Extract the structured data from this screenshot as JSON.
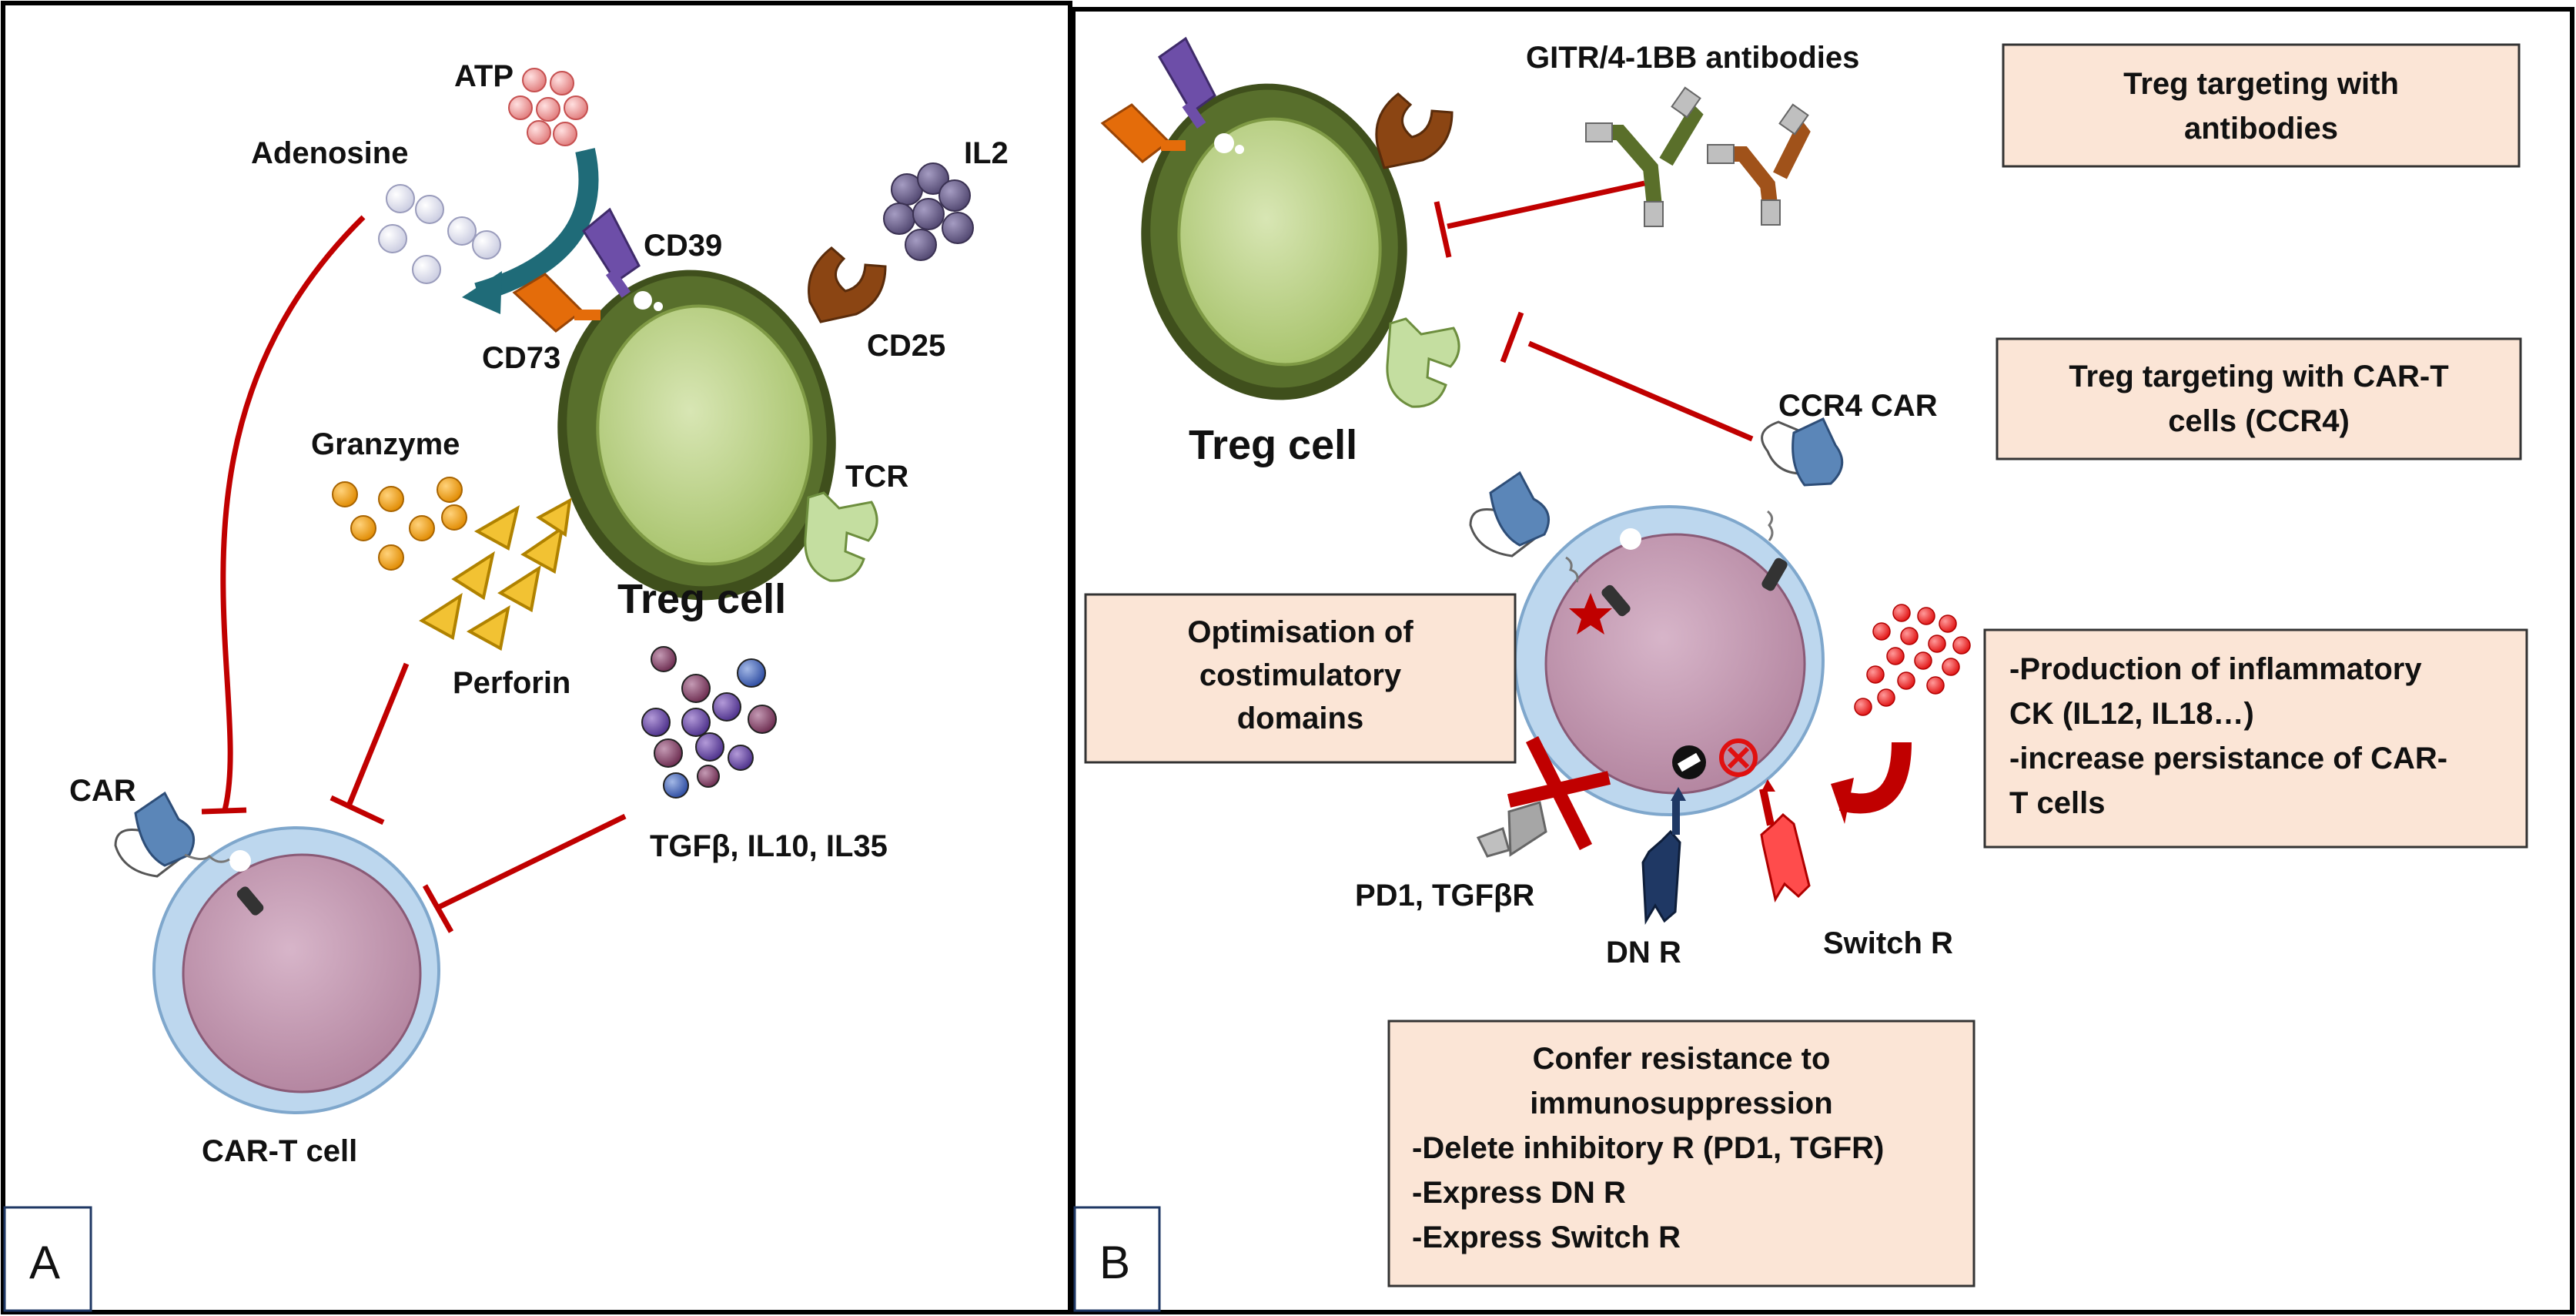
{
  "panel_a": {
    "letter": "A",
    "labels": {
      "atp": "ATP",
      "adenosine": "Adenosine",
      "il2": "IL2",
      "cd39": "CD39",
      "cd73": "CD73",
      "cd25": "CD25",
      "granzyme": "Granzyme",
      "tcr": "TCR",
      "treg_cell": "Treg cell",
      "perforin": "Perforin",
      "car": "CAR",
      "cytokines": "TGFβ, IL10, IL35",
      "car_t_cell": "CAR-T cell"
    }
  },
  "panel_b": {
    "letter": "B",
    "labels": {
      "antibodies": "GITR/4-1BB antibodies",
      "treg_cell": "Treg cell",
      "ccr4_car": "CCR4 CAR",
      "pd1_tgfbr": "PD1, TGFβR",
      "dn_r": "DN R",
      "switch_r": "Switch R"
    },
    "boxes": {
      "treg_antibodies": [
        "Treg targeting with",
        "antibodies"
      ],
      "treg_car_t": [
        "Treg targeting with CAR-T",
        "cells (CCR4)"
      ],
      "costim": [
        "Optimisation of",
        "costimulatory",
        "domains"
      ],
      "inflammatory": [
        "-Production of inflammatory",
        "CK (IL12, IL18…)",
        "-increase persistance of CAR-",
        "T cells"
      ],
      "resistance": [
        "Confer resistance to",
        "immunosuppression",
        "-Delete inhibitory R (PD1, TGFR)",
        "-Express DN R",
        "-Express Switch R"
      ]
    }
  },
  "colors": {
    "inhibition": "#c00000",
    "box_fill": "#fbe5d6",
    "treg_membrane": "#4f6228",
    "treg_nucleus": "#c4d79b",
    "cart_membrane": "#bdd7ee",
    "cart_nucleus": "#c8a2b8"
  }
}
